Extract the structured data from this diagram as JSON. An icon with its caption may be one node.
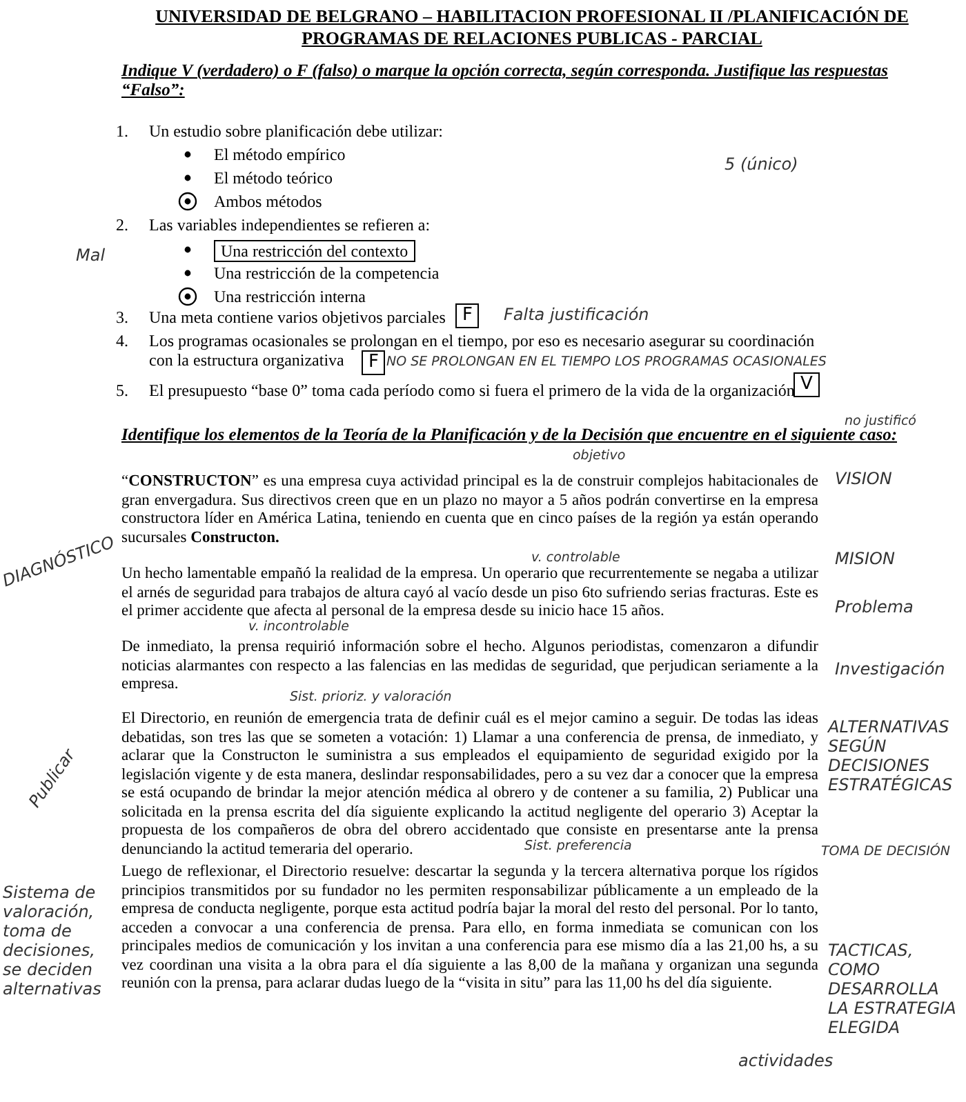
{
  "diagram": {
    "title": "UNIVERSIDAD DE BELGRANO – HABILITACION PROFESIONAL II /PLANIFICACIÓN DE PROGRAMAS DE RELACIONES PUBLICAS - PARCIAL",
    "labels": [
      "Indique V (verdadero) o F (falso) o marque la opción correcta, según corresponda. Justifique las respuestas “Falso”:",
      "1.",
      "Un estudio sobre planificación debe utilizar:",
      "El método empírico",
      "El método teórico",
      "Ambos métodos",
      "2.",
      "Las variables independientes se refieren a:",
      "Una restricción del contexto",
      "Una restricción de la competencia",
      "Una restricción interna",
      "3.",
      "Una meta contiene varios objetivos parciales",
      "F",
      "Falta justificación",
      "4.",
      "Los programas ocasionales se prolongan en el tiempo, por eso es necesario asegurar su coordinación con la estructura organizativa",
      "F",
      "NO SE PROLONGAN EN EL TIEMPO LOS PROGRAMAS OCASIONALES",
      "5.",
      "El presupuesto “base 0” toma cada período como si fuera el primero de la vida de la organización",
      "V",
      "Identifique los elementos de la Teoría de la Planificación y de la Decisión que encuentre en el siguiente caso:",
      "“**CONSTRUCTON**” es una empresa cuya actividad principal es la de construir complejos habitacionales de gran envergadura. Sus directivos creen que en un plazo no mayor a 5 años podrán convertirse en la empresa constructora líder en América Latina, teniendo en cuenta que en cinco países de la región ya están operando sucursales **Constructon.**",
      "Un hecho lamentable empañó la realidad de la empresa. Un operario que recurrentemente se negaba a utilizar el arnés de seguridad para trabajos de altura cayó al vacío desde un piso 6to sufriendo serias fracturas. Este es el primer accidente que afecta al personal de la empresa desde su inicio hace 15 años.",
      "De inmediato, la prensa requirió información sobre el hecho. Algunos periodistas, comenzaron a difundir noticias alarmantes con respecto a las falencias en las medidas de seguridad, que perjudican seriamente a la empresa.",
      "El Directorio, en reunión de emergencia trata de definir cuál es el mejor camino a seguir. De todas las ideas debatidas, son tres las que se someten a votación: 1) Llamar a una conferencia de prensa, de inmediato, y aclarar que la Constructon le suministra a sus empleados el equipamiento de seguridad exigido por la legislación vigente y de esta manera, deslindar responsabilidades, pero a su vez dar a conocer que la empresa se está ocupando de brindar la mejor atención médica al obrero y de contener a su familia, 2) Publicar una solicitada en la prensa escrita del día siguiente explicando la actitud negligente del operario 3) Aceptar la propuesta de los compañeros de obra del obrero accidentado que consiste en presentarse ante la prensa denunciando la actitud temeraria del operario.",
      "Luego de reflexionar, el Directorio resuelve: descartar la segunda y la tercera alternativa porque los rígidos principios transmitidos por su fundador no les permiten responsabilizar públicamente a un empleado de la empresa de conducta negligente, porque esta actitud podría bajar la moral del resto del personal. Por lo tanto, acceden a convocar a una conferencia de prensa. Para ello, en forma inmediata se comunican con los principales medios de comunicación y los invitan a una conferencia para ese mismo día a las 21,00 hs, a su vez coordinan una visita a la obra para el día siguiente a las 8,00 de la mañana y organizan una segunda reunión con la prensa, para aclarar dudas luego de la “visita in situ” para las 11,00 hs del día siguiente.",
      "5 (único)",
      "Mal",
      "no justificó",
      "objetivo",
      "VISION",
      "MISION",
      "DIAGNÓSTICO",
      "v. controlable",
      "Problema",
      "v. incontrolable",
      "Investigación",
      "Sist. prioriz. y valoración",
      "Publicar",
      "ALTERNATIVAS SEGÚN DECISIONES ESTRATÉGICAS",
      "Sist. preferencia",
      "TOMA DE DECISIÓN",
      "Sistema de valoración, toma de decisiones, se deciden alternativas",
      "TACTICAS, COMO DESARROLLA LA ESTRATEGIA ELEGIDA",
      "actividades"
    ]
  }
}
